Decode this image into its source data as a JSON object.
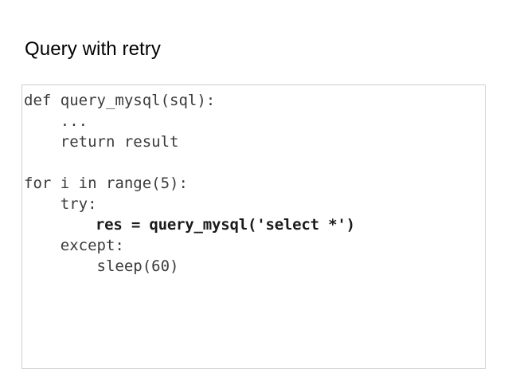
{
  "slide": {
    "title": "Query with retry",
    "background_color": "#ffffff",
    "title_color": "#000000"
  },
  "code_box": {
    "border_color": "#cfcfcf",
    "background_color": "#ffffff",
    "text_color": "#3b3b3b",
    "emphasis_text_color": "#1a1a1a",
    "language": "python",
    "lines": [
      {
        "text": "def query_mysql(sql):",
        "bold": false
      },
      {
        "text": "    ...",
        "bold": false
      },
      {
        "text": "    return result",
        "bold": false
      },
      {
        "text": "",
        "bold": false
      },
      {
        "text": "for i in range(5):",
        "bold": false
      },
      {
        "text": "    try:",
        "bold": false
      },
      {
        "text": "        res = query_mysql('select *')",
        "bold": true
      },
      {
        "text": "    except:",
        "bold": false
      },
      {
        "text": "        sleep(60)",
        "bold": false
      }
    ]
  }
}
